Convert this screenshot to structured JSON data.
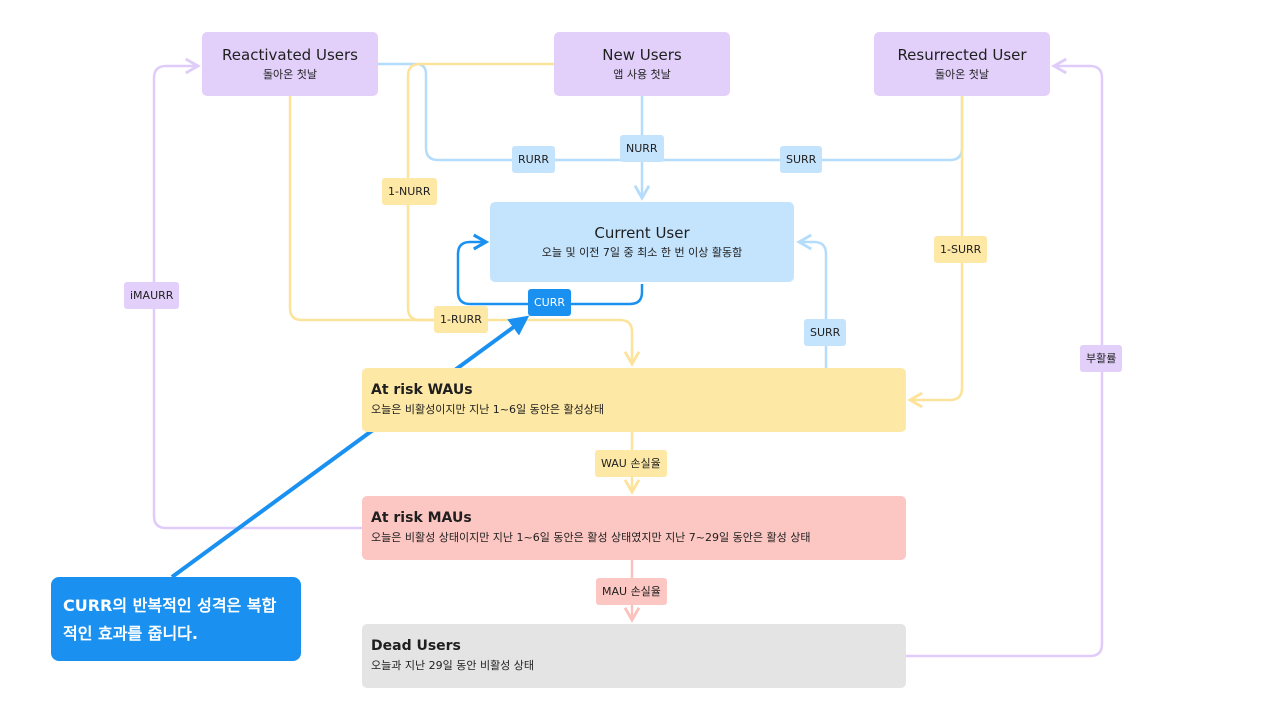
{
  "nodes": {
    "reactivated": {
      "title": "Reactivated Users",
      "subtitle": "돌아온 첫날"
    },
    "new_users": {
      "title": "New Users",
      "subtitle": "앱 사용 첫날"
    },
    "resurrected": {
      "title": "Resurrected User",
      "subtitle": "돌아온 첫날"
    },
    "current": {
      "title": "Current User",
      "subtitle": "오늘 및 이전 7일 중 최소 한 번 이상 활동함"
    },
    "at_risk_wau": {
      "title": "At risk WAUs",
      "subtitle": "오늘은 비활성이지만 지난 1~6일 동안은 활성상태"
    },
    "at_risk_mau": {
      "title": "At risk MAUs",
      "subtitle": "오늘은 비활성 상태이지만 지난 1~6일 동안은 활성 상태였지만 지난 7~29일 동안은 활성 상태"
    },
    "dead": {
      "title": "Dead Users",
      "subtitle": "오늘과 지난 29일 동안 비활성 상태"
    }
  },
  "edges": {
    "rurr": "RURR",
    "nurr": "NURR",
    "surr_top": "SURR",
    "one_nurr": "1-NURR",
    "one_surr": "1-SURR",
    "imaurr": "iMAURR",
    "curr": "CURR",
    "one_rurr": "1-RURR",
    "surr_right": "SURR",
    "revival": "부활률",
    "wau_loss": "WAU 손실율",
    "mau_loss": "MAU 손실율"
  },
  "callout": {
    "text": "CURR의 반복적인 성격은 복합적인 효과를 줍니다."
  },
  "colors": {
    "blue_line": "#b5dcfb",
    "yellow_line": "#fde39a",
    "purple_line": "#e0ccfa",
    "red_line": "#fbc2bd",
    "accent_blue": "#1a91f0"
  }
}
